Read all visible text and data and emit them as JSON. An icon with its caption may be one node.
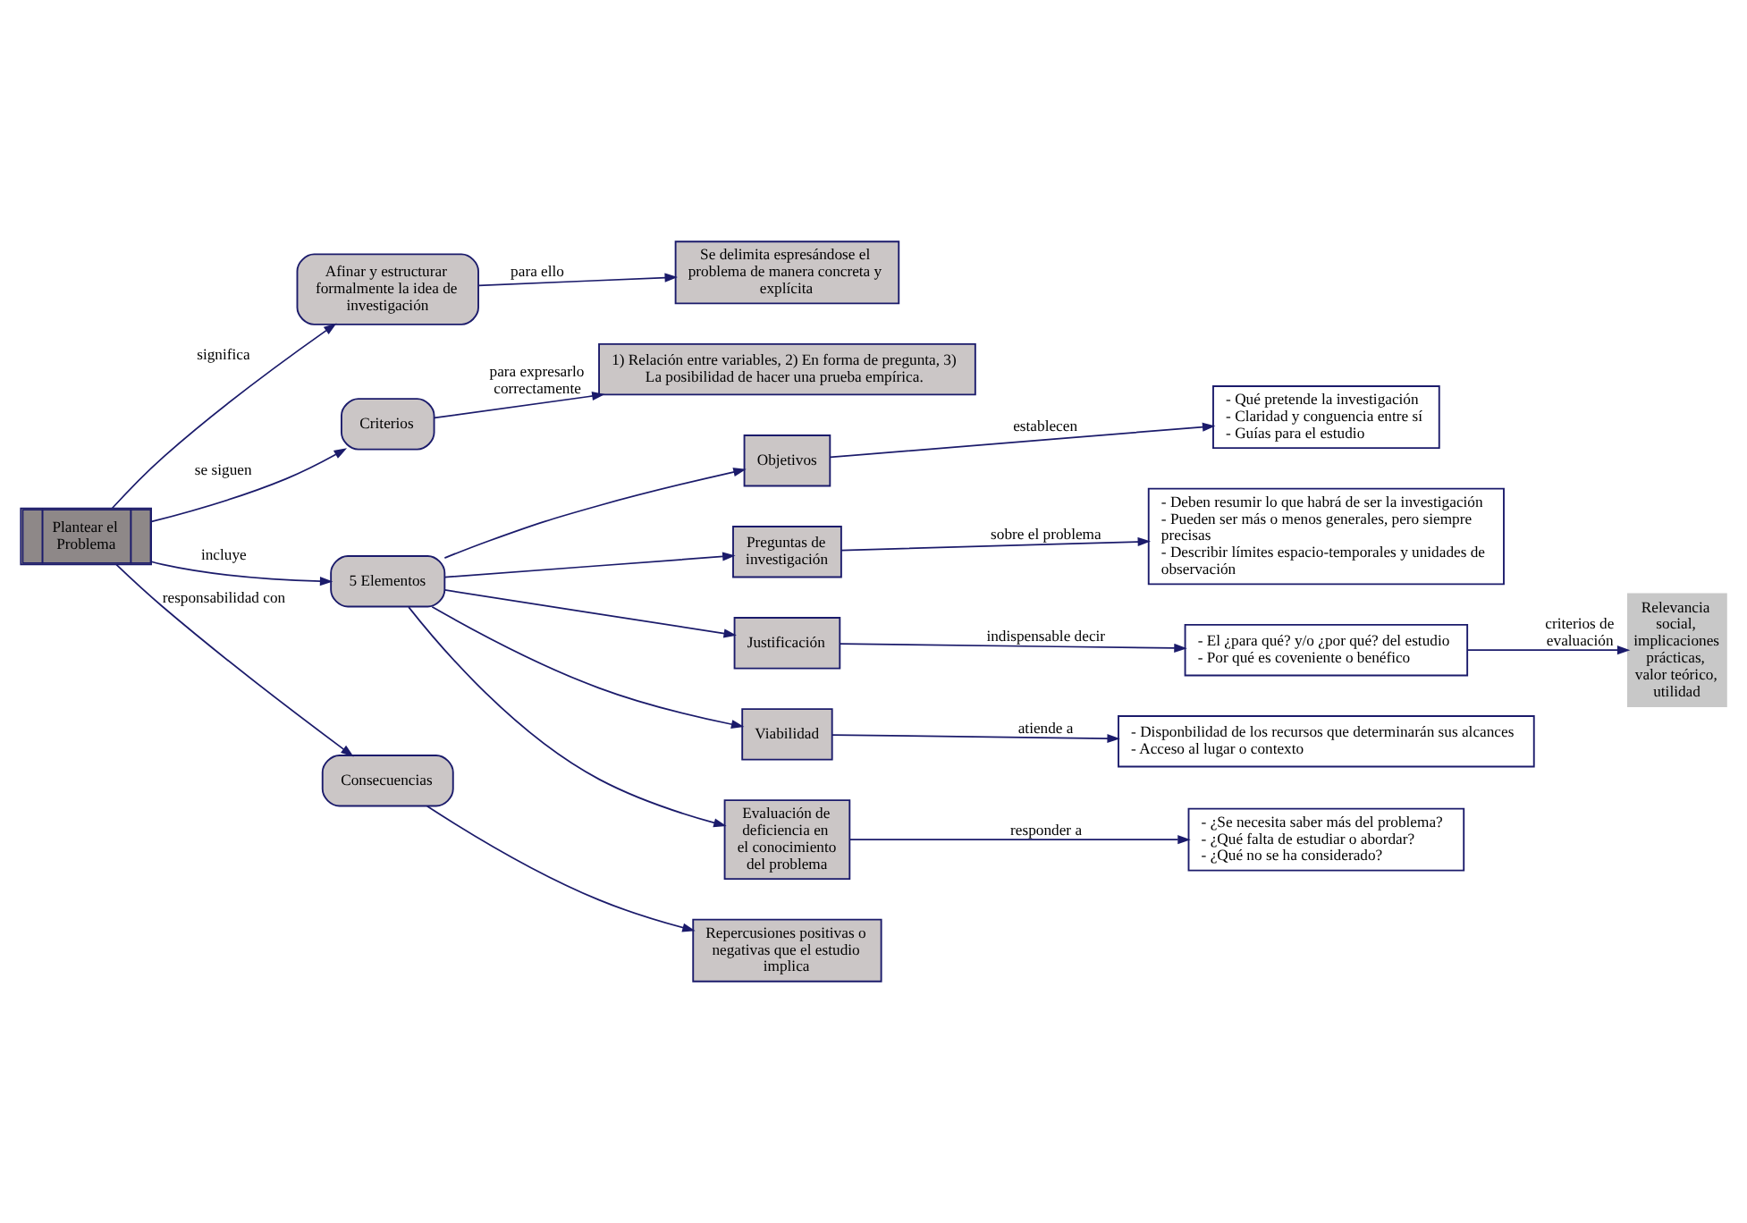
{
  "diagram": {
    "nodes": [
      {
        "text": [
          "Plantear el Problema"
        ]
      },
      {
        "text": [
          "Afinar y estructurar formalmente la idea de investigación"
        ]
      },
      {
        "text": [
          "Se delimita espresándose el problema de manera concreta y explícita"
        ]
      },
      {
        "text": [
          "Criterios"
        ]
      },
      {
        "text": [
          "1) Relación entre variables, 2) En forma de pregunta, 3) La posibilidad de hacer una prueba empírica."
        ]
      },
      {
        "text": [
          "5 Elementos"
        ]
      },
      {
        "text": [
          "Objetivos"
        ]
      },
      {
        "text": [
          "- Qué pretende la investigación",
          "- Claridad y conguencia entre sí",
          "- Guías para el estudio"
        ]
      },
      {
        "text": [
          "Preguntas de investigación"
        ]
      },
      {
        "text": [
          "- Deben resumir lo que habrá de ser la investigación",
          "- Pueden ser más o menos generales, pero siempre precisas",
          "- Describir límites espacio-temporales y unidades de observación"
        ]
      },
      {
        "text": [
          "Justificación"
        ]
      },
      {
        "text": [
          "- El ¿para qué? y/o ¿por qué? del estudio",
          "- Por qué es coveniente o benéfico"
        ]
      },
      {
        "text": [
          "Relevancia social, implicaciones prácticas, valor teórico, utilidad"
        ]
      },
      {
        "text": [
          "Viabilidad"
        ]
      },
      {
        "text": [
          "- Disponbilidad de los recursos que determinarán sus alcances",
          "- Acceso al lugar o contexto"
        ]
      },
      {
        "text": [
          "Evaluación de deficiencia en el conocimiento del problema"
        ]
      },
      {
        "text": [
          "- ¿Se necesita saber más del problema?",
          "- ¿Qué falta de estudiar o abordar?",
          "- ¿Qué no se ha considerado?"
        ]
      },
      {
        "text": [
          "Consecuencias"
        ]
      },
      {
        "text": [
          "Repercusiones positivas o negativas que el estudio implica"
        ]
      }
    ],
    "edges": [
      {
        "from": 0,
        "to": 1,
        "arrow": "to",
        "label": "significa"
      },
      {
        "from": 1,
        "to": 2,
        "arrow": "to",
        "label": "para ello"
      },
      {
        "from": 0,
        "to": 3,
        "arrow": "to",
        "label": "se siguen"
      },
      {
        "from": 3,
        "to": 4,
        "arrow": "to",
        "label": "para expresarlo correctamente"
      },
      {
        "from": 0,
        "to": 5,
        "arrow": "to",
        "label": "incluye"
      },
      {
        "from": 5,
        "to": 6,
        "arrow": "to"
      },
      {
        "from": 5,
        "to": 8,
        "arrow": "to"
      },
      {
        "from": 5,
        "to": 10,
        "arrow": "to"
      },
      {
        "from": 5,
        "to": 13,
        "arrow": "to"
      },
      {
        "from": 5,
        "to": 15,
        "arrow": "to"
      },
      {
        "from": 6,
        "to": 7,
        "arrow": "to",
        "label": "establecen"
      },
      {
        "from": 8,
        "to": 9,
        "arrow": "to",
        "label": "sobre el problema"
      },
      {
        "from": 10,
        "to": 11,
        "arrow": "to",
        "label": "indispensable decir"
      },
      {
        "from": 11,
        "to": 12,
        "arrow": "to",
        "label": "criterios de evaluación"
      },
      {
        "from": 13,
        "to": 14,
        "arrow": "to",
        "label": "atiende a"
      },
      {
        "from": 15,
        "to": 16,
        "arrow": "to",
        "label": "responder a"
      },
      {
        "from": 0,
        "to": 17,
        "arrow": "to",
        "label": "responsabilidad con"
      },
      {
        "from": 17,
        "to": 18,
        "arrow": "to"
      }
    ]
  }
}
